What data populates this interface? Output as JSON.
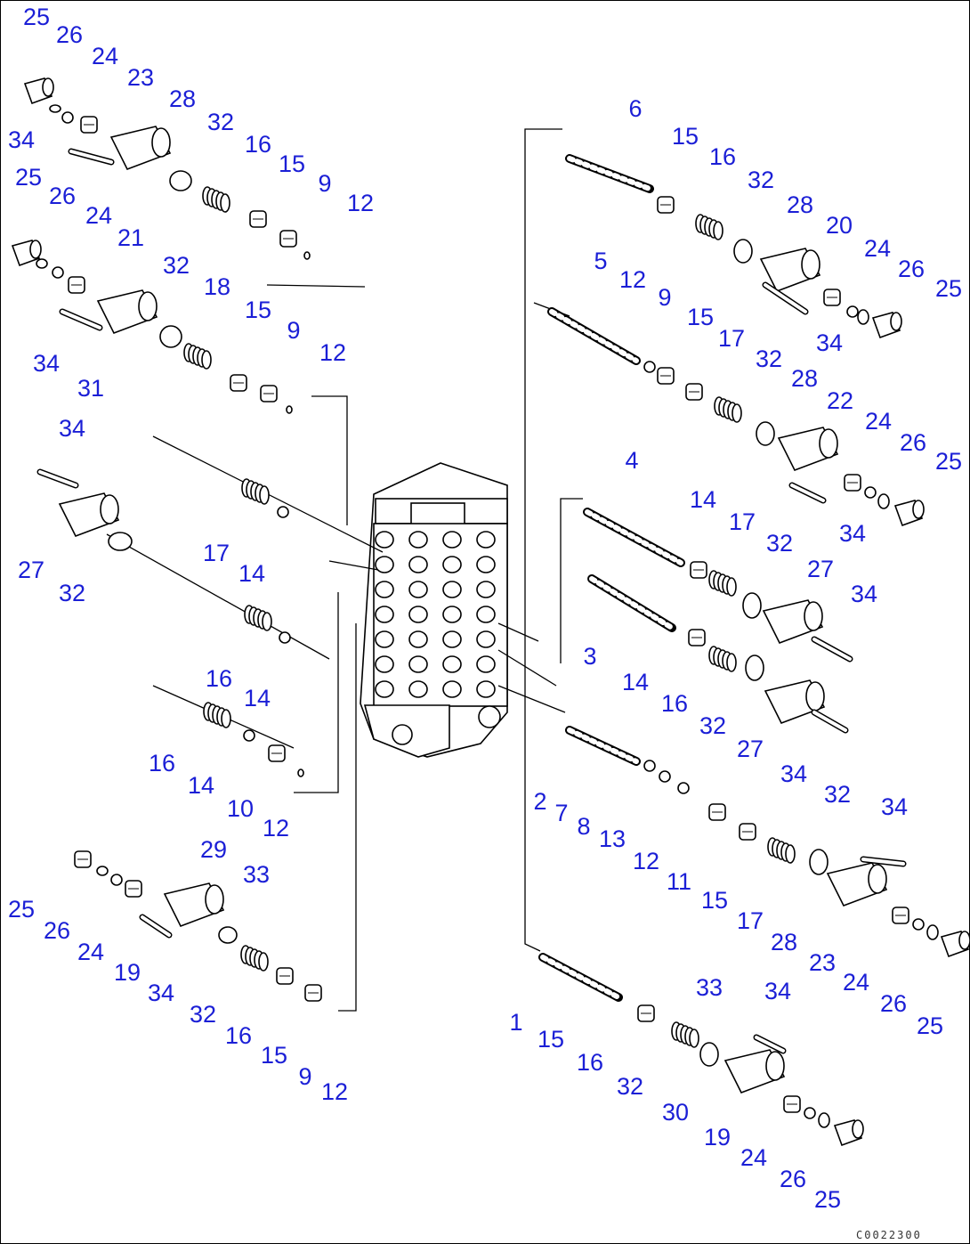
{
  "diagram": {
    "drawing_code": "C0022300",
    "callout_color": "#1b1fd6",
    "callouts": [
      "25",
      "26",
      "24",
      "23",
      "28",
      "32",
      "16",
      "15",
      "9",
      "12",
      "34",
      "25",
      "26",
      "24",
      "21",
      "32",
      "18",
      "15",
      "9",
      "12",
      "34",
      "31",
      "34",
      "17",
      "14",
      "27",
      "32",
      "16",
      "14",
      "16",
      "14",
      "10",
      "12",
      "29",
      "33",
      "25",
      "26",
      "24",
      "19",
      "34",
      "32",
      "16",
      "15",
      "9",
      "12",
      "6",
      "15",
      "16",
      "32",
      "28",
      "20",
      "24",
      "26",
      "25",
      "34",
      "5",
      "12",
      "9",
      "15",
      "17",
      "32",
      "28",
      "22",
      "24",
      "26",
      "25",
      "34",
      "4",
      "14",
      "17",
      "32",
      "27",
      "34",
      "3",
      "14",
      "16",
      "32",
      "27",
      "34",
      "2",
      "7",
      "8",
      "13",
      "12",
      "11",
      "15",
      "17",
      "32",
      "34",
      "28",
      "23",
      "24",
      "26",
      "25",
      "1",
      "15",
      "16",
      "32",
      "30",
      "33",
      "34",
      "19",
      "24",
      "26",
      "25"
    ]
  }
}
